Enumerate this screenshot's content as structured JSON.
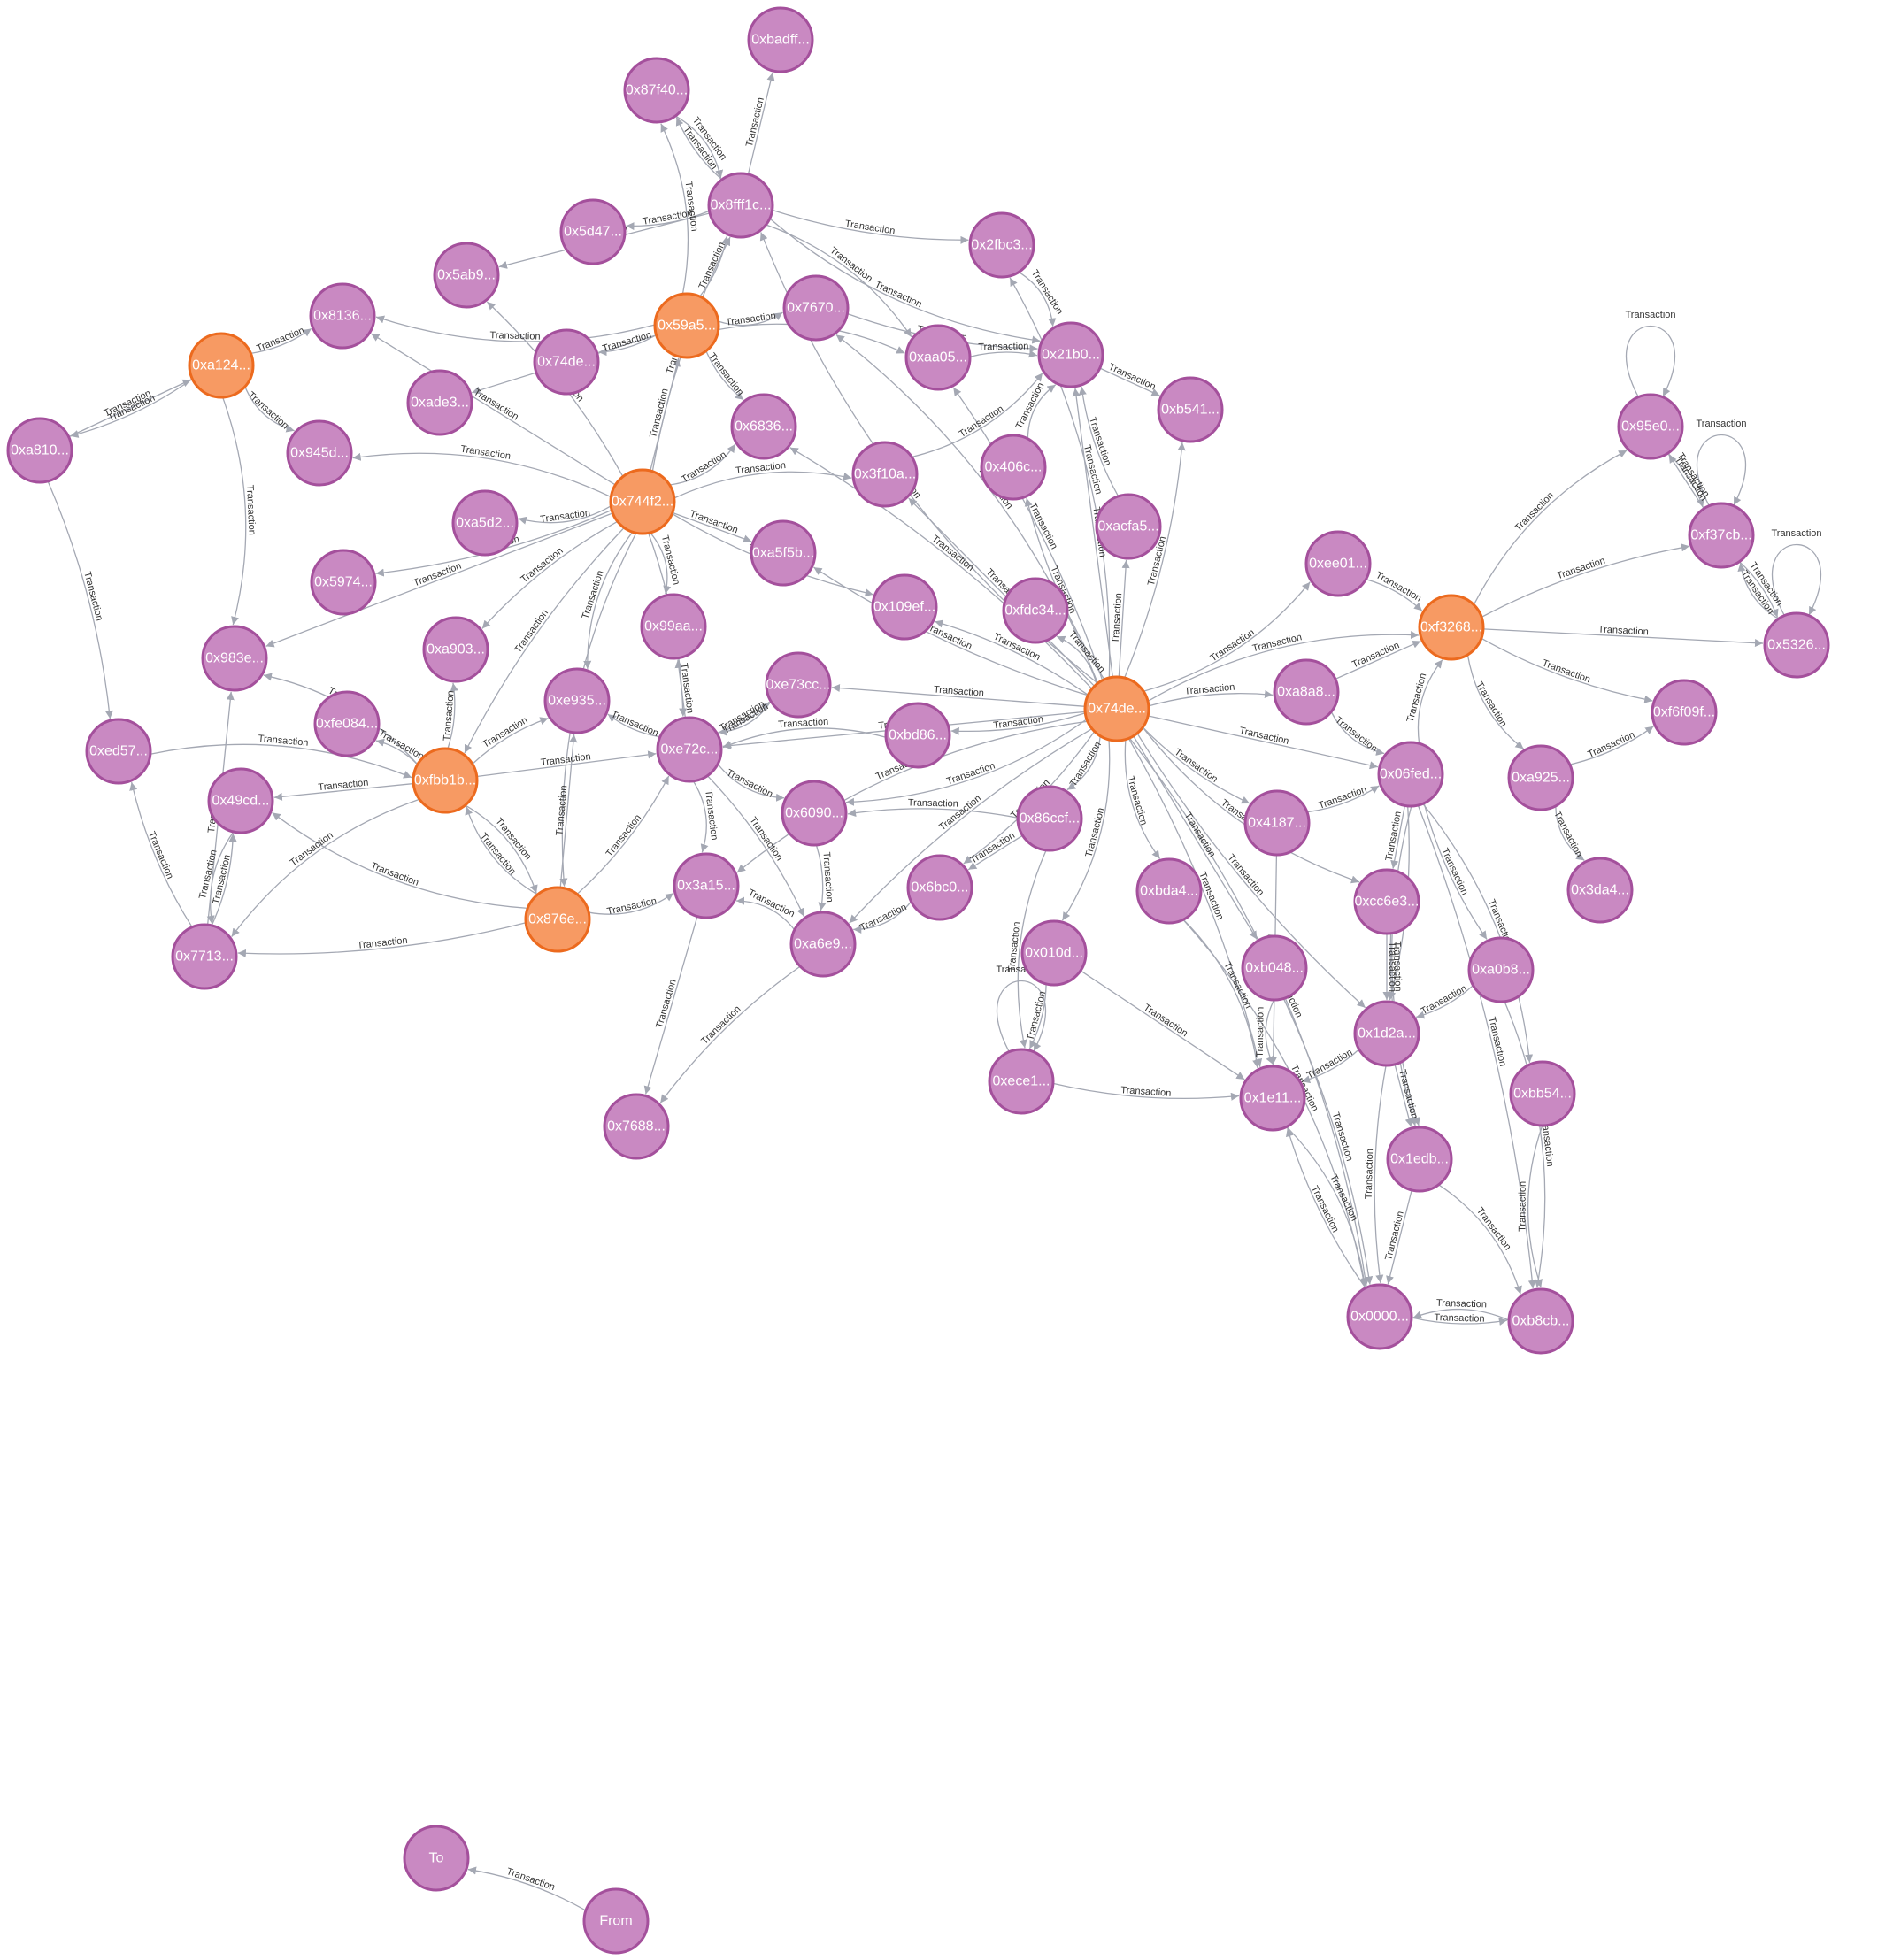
{
  "graph": {
    "edge_label": "Transaction",
    "colors": {
      "node_fill": "#c989c2",
      "node_stroke": "#a4509c",
      "highlight_fill": "#f79a63",
      "highlight_stroke": "#ec6a1e",
      "edge": "#a4a8b3",
      "label": "#333333",
      "node_text": "#ffffff"
    },
    "nodes": [
      {
        "id": "badff",
        "label": "0xbadff...",
        "highlight": false
      },
      {
        "id": "87f40",
        "label": "0x87f40...",
        "highlight": false
      },
      {
        "id": "8fff1c",
        "label": "0x8fff1c...",
        "highlight": false
      },
      {
        "id": "5d47",
        "label": "0x5d47...",
        "highlight": false
      },
      {
        "id": "2fbc3",
        "label": "0x2fbc3...",
        "highlight": false
      },
      {
        "id": "5ab9",
        "label": "0x5ab9...",
        "highlight": false
      },
      {
        "id": "59a5",
        "label": "0x59a5...",
        "highlight": true
      },
      {
        "id": "7670",
        "label": "0x7670...",
        "highlight": false
      },
      {
        "id": "8136",
        "label": "0x8136...",
        "highlight": false
      },
      {
        "id": "a124",
        "label": "0xa124...",
        "highlight": true
      },
      {
        "id": "74de_a",
        "label": "0x74de...",
        "highlight": false
      },
      {
        "id": "aa05",
        "label": "0xaa05...",
        "highlight": false
      },
      {
        "id": "21b0",
        "label": "0x21b0...",
        "highlight": false
      },
      {
        "id": "ade3",
        "label": "0xade3...",
        "highlight": false
      },
      {
        "id": "6836",
        "label": "0x6836...",
        "highlight": false
      },
      {
        "id": "b541",
        "label": "0xb541...",
        "highlight": false
      },
      {
        "id": "a810",
        "label": "0xa810...",
        "highlight": false
      },
      {
        "id": "945d",
        "label": "0x945d...",
        "highlight": false
      },
      {
        "id": "3f10a",
        "label": "0x3f10a...",
        "highlight": false
      },
      {
        "id": "406c",
        "label": "0x406c...",
        "highlight": false
      },
      {
        "id": "744f2",
        "label": "0x744f2...",
        "highlight": true
      },
      {
        "id": "a5d2",
        "label": "0xa5d2...",
        "highlight": false
      },
      {
        "id": "acfa5",
        "label": "0xacfa5...",
        "highlight": false
      },
      {
        "id": "a5f5b",
        "label": "0xa5f5b...",
        "highlight": false
      },
      {
        "id": "ee01",
        "label": "0xee01...",
        "highlight": false
      },
      {
        "id": "5974",
        "label": "0x5974...",
        "highlight": false
      },
      {
        "id": "109ef",
        "label": "0x109ef...",
        "highlight": false
      },
      {
        "id": "fdc34",
        "label": "0xfdc34...",
        "highlight": false
      },
      {
        "id": "99aa",
        "label": "0x99aa...",
        "highlight": false
      },
      {
        "id": "f3268",
        "label": "0xf3268...",
        "highlight": true
      },
      {
        "id": "983e",
        "label": "0x983e...",
        "highlight": false
      },
      {
        "id": "a903",
        "label": "0xa903...",
        "highlight": false
      },
      {
        "id": "e73cc",
        "label": "0xe73cc...",
        "highlight": false
      },
      {
        "id": "74de_b",
        "label": "0x74de...",
        "highlight": true
      },
      {
        "id": "a8a8",
        "label": "0xa8a8...",
        "highlight": false
      },
      {
        "id": "e935",
        "label": "0xe935...",
        "highlight": false
      },
      {
        "id": "fe084",
        "label": "0xfe084...",
        "highlight": false
      },
      {
        "id": "ed57",
        "label": "0xed57...",
        "highlight": false
      },
      {
        "id": "bd86",
        "label": "0xbd86...",
        "highlight": false
      },
      {
        "id": "e72c",
        "label": "0xe72c...",
        "highlight": false
      },
      {
        "id": "fbb1b",
        "label": "0xfbb1b...",
        "highlight": true
      },
      {
        "id": "06fed",
        "label": "0x06fed...",
        "highlight": false
      },
      {
        "id": "a925",
        "label": "0xa925...",
        "highlight": false
      },
      {
        "id": "f6f09f",
        "label": "0xf6f09f...",
        "highlight": false
      },
      {
        "id": "49cd",
        "label": "0x49cd...",
        "highlight": false
      },
      {
        "id": "6090",
        "label": "0x6090...",
        "highlight": false
      },
      {
        "id": "86ccf",
        "label": "0x86ccf...",
        "highlight": false
      },
      {
        "id": "4187",
        "label": "0x4187...",
        "highlight": false
      },
      {
        "id": "3da4",
        "label": "0x3da4...",
        "highlight": false
      },
      {
        "id": "3a15",
        "label": "0x3a15...",
        "highlight": false
      },
      {
        "id": "6bc0",
        "label": "0x6bc0...",
        "highlight": false
      },
      {
        "id": "bda4",
        "label": "0xbda4...",
        "highlight": false
      },
      {
        "id": "cc6e3",
        "label": "0xcc6e3...",
        "highlight": false
      },
      {
        "id": "876e",
        "label": "0x876e...",
        "highlight": true
      },
      {
        "id": "7713",
        "label": "0x7713...",
        "highlight": false
      },
      {
        "id": "a6e9",
        "label": "0xa6e9...",
        "highlight": false
      },
      {
        "id": "010d",
        "label": "0x010d...",
        "highlight": false
      },
      {
        "id": "b048",
        "label": "0xb048...",
        "highlight": false
      },
      {
        "id": "a0b8",
        "label": "0xa0b8...",
        "highlight": false
      },
      {
        "id": "1d2a",
        "label": "0x1d2a...",
        "highlight": false
      },
      {
        "id": "ece1",
        "label": "0xece1...",
        "highlight": false
      },
      {
        "id": "1e11",
        "label": "0x1e11...",
        "highlight": false
      },
      {
        "id": "bb54",
        "label": "0xbb54...",
        "highlight": false
      },
      {
        "id": "7688",
        "label": "0x7688...",
        "highlight": false
      },
      {
        "id": "1edb",
        "label": "0x1edb...",
        "highlight": false
      },
      {
        "id": "0000",
        "label": "0x0000...",
        "highlight": false
      },
      {
        "id": "b8cb",
        "label": "0xb8cb...",
        "highlight": false
      },
      {
        "id": "95e0",
        "label": "0x95e0...",
        "highlight": false
      },
      {
        "id": "f37cb",
        "label": "0xf37cb...",
        "highlight": false
      },
      {
        "id": "5326",
        "label": "0x5326...",
        "highlight": false
      },
      {
        "id": "to",
        "label": "To",
        "highlight": false
      },
      {
        "id": "from",
        "label": "From",
        "highlight": false
      }
    ],
    "edges": [
      [
        "87f40",
        "8fff1c"
      ],
      [
        "8fff1c",
        "87f40"
      ],
      [
        "8fff1c",
        "badff"
      ],
      [
        "8fff1c",
        "2fbc3"
      ],
      [
        "8fff1c",
        "21b0"
      ],
      [
        "8fff1c",
        "aa05"
      ],
      [
        "8fff1c",
        "5d47"
      ],
      [
        "8fff1c",
        "5ab9"
      ],
      [
        "59a5",
        "8fff1c"
      ],
      [
        "59a5",
        "87f40"
      ],
      [
        "59a5",
        "8136"
      ],
      [
        "59a5",
        "74de_a"
      ],
      [
        "59a5",
        "ade3"
      ],
      [
        "59a5",
        "6836"
      ],
      [
        "59a5",
        "7670"
      ],
      [
        "59a5",
        "aa05"
      ],
      [
        "a124",
        "a810"
      ],
      [
        "a810",
        "a124"
      ],
      [
        "a124",
        "8136"
      ],
      [
        "a124",
        "945d"
      ],
      [
        "a124",
        "983e"
      ],
      [
        "a810",
        "ed57"
      ],
      [
        "744f2",
        "8136"
      ],
      [
        "744f2",
        "5ab9"
      ],
      [
        "744f2",
        "945d"
      ],
      [
        "744f2",
        "a5d2"
      ],
      [
        "744f2",
        "5974"
      ],
      [
        "744f2",
        "983e"
      ],
      [
        "744f2",
        "a903"
      ],
      [
        "744f2",
        "e935"
      ],
      [
        "744f2",
        "99aa"
      ],
      [
        "744f2",
        "e72c"
      ],
      [
        "744f2",
        "a5f5b"
      ],
      [
        "744f2",
        "109ef"
      ],
      [
        "744f2",
        "6836"
      ],
      [
        "744f2",
        "3f10a"
      ],
      [
        "744f2",
        "8fff1c"
      ],
      [
        "744f2",
        "59a5"
      ],
      [
        "744f2",
        "fbb1b"
      ],
      [
        "744f2",
        "876e"
      ],
      [
        "2fbc3",
        "21b0"
      ],
      [
        "aa05",
        "21b0"
      ],
      [
        "21b0",
        "b541"
      ],
      [
        "7670",
        "21b0"
      ],
      [
        "3f10a",
        "21b0"
      ],
      [
        "406c",
        "21b0"
      ],
      [
        "acfa5",
        "21b0"
      ],
      [
        "74de_b",
        "21b0"
      ],
      [
        "74de_b",
        "aa05"
      ],
      [
        "74de_b",
        "2fbc3"
      ],
      [
        "74de_b",
        "8fff1c"
      ],
      [
        "74de_b",
        "406c"
      ],
      [
        "74de_b",
        "acfa5"
      ],
      [
        "74de_b",
        "b541"
      ],
      [
        "74de_b",
        "ee01"
      ],
      [
        "74de_b",
        "f3268"
      ],
      [
        "74de_b",
        "a8a8"
      ],
      [
        "74de_b",
        "06fed"
      ],
      [
        "74de_b",
        "4187"
      ],
      [
        "74de_b",
        "bda4"
      ],
      [
        "74de_b",
        "86ccf"
      ],
      [
        "74de_b",
        "bd86"
      ],
      [
        "74de_b",
        "e73cc"
      ],
      [
        "74de_b",
        "109ef"
      ],
      [
        "74de_b",
        "fdc34"
      ],
      [
        "74de_b",
        "6090"
      ],
      [
        "74de_b",
        "6bc0"
      ],
      [
        "74de_b",
        "e72c"
      ],
      [
        "74de_b",
        "a6e9"
      ],
      [
        "74de_b",
        "3a15"
      ],
      [
        "74de_b",
        "010d"
      ],
      [
        "74de_b",
        "1e11"
      ],
      [
        "74de_b",
        "b048"
      ],
      [
        "74de_b",
        "1d2a"
      ],
      [
        "74de_b",
        "cc6e3"
      ],
      [
        "74de_b",
        "0000"
      ],
      [
        "74de_b",
        "a5f5b"
      ],
      [
        "74de_b",
        "3f10a"
      ],
      [
        "74de_b",
        "6836"
      ],
      [
        "74de_b",
        "7670"
      ],
      [
        "f3268",
        "95e0"
      ],
      [
        "f3268",
        "f37cb"
      ],
      [
        "f3268",
        "5326"
      ],
      [
        "f3268",
        "f6f09f"
      ],
      [
        "f3268",
        "a925"
      ],
      [
        "06fed",
        "f3268"
      ],
      [
        "ee01",
        "f3268"
      ],
      [
        "a8a8",
        "f3268"
      ],
      [
        "a925",
        "f6f09f"
      ],
      [
        "a925",
        "3da4"
      ],
      [
        "95e0",
        "95e0"
      ],
      [
        "95e0",
        "f37cb"
      ],
      [
        "f37cb",
        "95e0"
      ],
      [
        "f37cb",
        "f37cb"
      ],
      [
        "5326",
        "5326"
      ],
      [
        "5326",
        "f37cb"
      ],
      [
        "f37cb",
        "5326"
      ],
      [
        "fbb1b",
        "49cd"
      ],
      [
        "fbb1b",
        "fe084"
      ],
      [
        "fbb1b",
        "983e"
      ],
      [
        "fbb1b",
        "876e"
      ],
      [
        "fbb1b",
        "e935"
      ],
      [
        "fbb1b",
        "e72c"
      ],
      [
        "fbb1b",
        "a903"
      ],
      [
        "fbb1b",
        "7713"
      ],
      [
        "876e",
        "49cd"
      ],
      [
        "876e",
        "7713"
      ],
      [
        "876e",
        "e935"
      ],
      [
        "876e",
        "e72c"
      ],
      [
        "876e",
        "3a15"
      ],
      [
        "876e",
        "fbb1b"
      ],
      [
        "7713",
        "ed57"
      ],
      [
        "7713",
        "983e"
      ],
      [
        "7713",
        "49cd"
      ],
      [
        "49cd",
        "7713"
      ],
      [
        "ed57",
        "fbb1b"
      ],
      [
        "e72c",
        "e935"
      ],
      [
        "e72c",
        "99aa"
      ],
      [
        "e72c",
        "e73cc"
      ],
      [
        "e72c",
        "6090"
      ],
      [
        "e72c",
        "3a15"
      ],
      [
        "e72c",
        "a6e9"
      ],
      [
        "3a15",
        "7688"
      ],
      [
        "a6e9",
        "7688"
      ],
      [
        "a6e9",
        "3a15"
      ],
      [
        "6bc0",
        "a6e9"
      ],
      [
        "6090",
        "a6e9"
      ],
      [
        "86ccf",
        "6bc0"
      ],
      [
        "86ccf",
        "6090"
      ],
      [
        "bd86",
        "e72c"
      ],
      [
        "e73cc",
        "e72c"
      ],
      [
        "010d",
        "ece1"
      ],
      [
        "ece1",
        "ece1"
      ],
      [
        "ece1",
        "1e11"
      ],
      [
        "86ccf",
        "ece1"
      ],
      [
        "1e11",
        "0000"
      ],
      [
        "0000",
        "1e11"
      ],
      [
        "1edb",
        "0000"
      ],
      [
        "0000",
        "b8cb"
      ],
      [
        "b8cb",
        "0000"
      ],
      [
        "1edb",
        "b8cb"
      ],
      [
        "1d2a",
        "1e11"
      ],
      [
        "1d2a",
        "1edb"
      ],
      [
        "1d2a",
        "0000"
      ],
      [
        "bb54",
        "b8cb"
      ],
      [
        "a0b8",
        "b8cb"
      ],
      [
        "a0b8",
        "1d2a"
      ],
      [
        "cc6e3",
        "1d2a"
      ],
      [
        "cc6e3",
        "1edb"
      ],
      [
        "b048",
        "1e11"
      ],
      [
        "bda4",
        "1e11"
      ],
      [
        "06fed",
        "1d2a"
      ],
      [
        "06fed",
        "cc6e3"
      ],
      [
        "06fed",
        "a0b8"
      ],
      [
        "06fed",
        "1edb"
      ],
      [
        "06fed",
        "bb54"
      ],
      [
        "06fed",
        "b8cb"
      ],
      [
        "4187",
        "1e11"
      ],
      [
        "4187",
        "06fed"
      ],
      [
        "a8a8",
        "06fed"
      ],
      [
        "bda4",
        "0000"
      ],
      [
        "b048",
        "0000"
      ],
      [
        "010d",
        "1e11"
      ],
      [
        "from",
        "to"
      ]
    ]
  }
}
